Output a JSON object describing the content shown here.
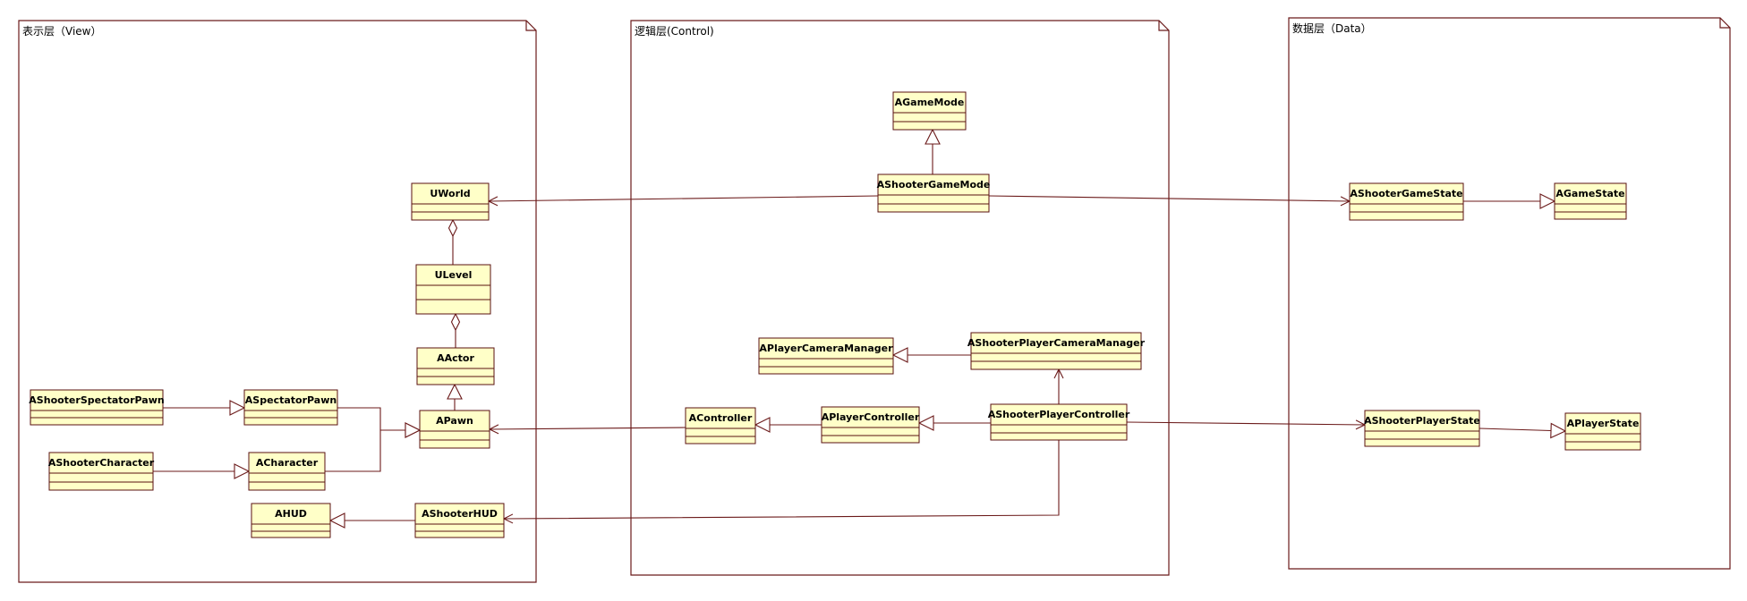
{
  "packages": [
    {
      "id": "view",
      "title": "表示层（View）"
    },
    {
      "id": "control",
      "title": "逻辑层(Control)"
    },
    {
      "id": "data",
      "title": "数据层（Data）"
    }
  ],
  "classes": [
    {
      "id": "UWorld",
      "name": "UWorld"
    },
    {
      "id": "ULevel",
      "name": "ULevel"
    },
    {
      "id": "AActor",
      "name": "AActor"
    },
    {
      "id": "APawn",
      "name": "APawn"
    },
    {
      "id": "ASpectatorPawn",
      "name": "ASpectatorPawn"
    },
    {
      "id": "ACharacter",
      "name": "ACharacter"
    },
    {
      "id": "AShooterSpectatorPawn",
      "name": "AShooterSpectatorPawn"
    },
    {
      "id": "AShooterCharacter",
      "name": "AShooterCharacter"
    },
    {
      "id": "AHUD",
      "name": "AHUD"
    },
    {
      "id": "AShooterHUD",
      "name": "AShooterHUD"
    },
    {
      "id": "AGameMode",
      "name": "AGameMode"
    },
    {
      "id": "AShooterGameMode",
      "name": "AShooterGameMode"
    },
    {
      "id": "APlayerCameraManager",
      "name": "APlayerCameraManager"
    },
    {
      "id": "AShooterPlayerCameraManager",
      "name": "AShooterPlayerCameraManager"
    },
    {
      "id": "AController",
      "name": "AController"
    },
    {
      "id": "APlayerController",
      "name": "APlayerController"
    },
    {
      "id": "AShooterPlayerController",
      "name": "AShooterPlayerController"
    },
    {
      "id": "AShooterGameState",
      "name": "AShooterGameState"
    },
    {
      "id": "AGameState",
      "name": "AGameState"
    },
    {
      "id": "AShooterPlayerState",
      "name": "AShooterPlayerState"
    },
    {
      "id": "APlayerState",
      "name": "APlayerState"
    }
  ],
  "relations": [
    {
      "type": "aggregation",
      "from": "ULevel",
      "to": "UWorld"
    },
    {
      "type": "aggregation",
      "from": "AActor",
      "to": "ULevel"
    },
    {
      "type": "generalization",
      "from": "APawn",
      "to": "AActor"
    },
    {
      "type": "generalization",
      "from": "ASpectatorPawn",
      "to": "APawn"
    },
    {
      "type": "generalization",
      "from": "ACharacter",
      "to": "APawn"
    },
    {
      "type": "generalization",
      "from": "AShooterSpectatorPawn",
      "to": "ASpectatorPawn"
    },
    {
      "type": "generalization",
      "from": "AShooterCharacter",
      "to": "ACharacter"
    },
    {
      "type": "generalization",
      "from": "AShooterHUD",
      "to": "AHUD"
    },
    {
      "type": "generalization",
      "from": "AShooterGameMode",
      "to": "AGameMode"
    },
    {
      "type": "association",
      "from": "AShooterGameMode",
      "to": "UWorld"
    },
    {
      "type": "association",
      "from": "AShooterGameMode",
      "to": "AShooterGameState"
    },
    {
      "type": "generalization",
      "from": "AShooterGameState",
      "to": "AGameState"
    },
    {
      "type": "generalization",
      "from": "AShooterPlayerCameraManager",
      "to": "APlayerCameraManager"
    },
    {
      "type": "association",
      "from": "AShooterPlayerController",
      "to": "AShooterPlayerCameraManager"
    },
    {
      "type": "generalization",
      "from": "AShooterPlayerController",
      "to": "APlayerController"
    },
    {
      "type": "generalization",
      "from": "APlayerController",
      "to": "AController"
    },
    {
      "type": "association",
      "from": "AController",
      "to": "APawn"
    },
    {
      "type": "association",
      "from": "AShooterPlayerController",
      "to": "AShooterHUD"
    },
    {
      "type": "association",
      "from": "AShooterPlayerController",
      "to": "AShooterPlayerState"
    },
    {
      "type": "generalization",
      "from": "AShooterPlayerState",
      "to": "APlayerState"
    }
  ],
  "colors": {
    "line": "#6b1a1a",
    "class_fill": "#ffffc8",
    "class_border": "#5a1010"
  }
}
